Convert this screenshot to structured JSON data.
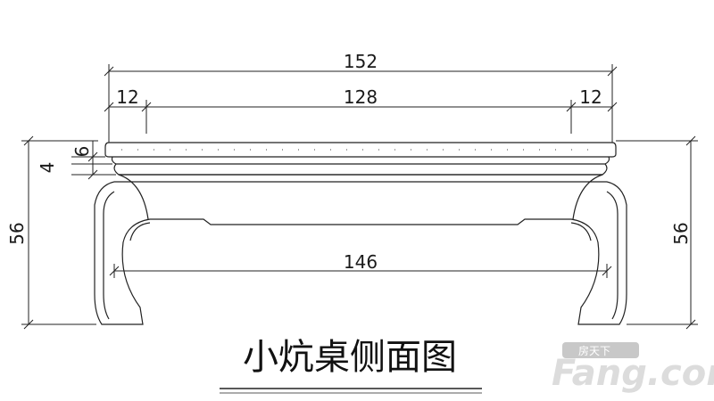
{
  "dimensions": {
    "overall_width": "152",
    "inner_width": "128",
    "left_overhang": "12",
    "right_overhang": "12",
    "leg_span": "146",
    "top_thickness": "6",
    "apron_height": "4",
    "left_height": "56",
    "right_height": "56"
  },
  "title": "小炕桌侧面图",
  "watermark": {
    "brand": "Fang.com",
    "brand_cn": "房天下"
  },
  "colors": {
    "line": "#222222",
    "watermark": "#dcdcdc",
    "watermark_badge": "#c8c8c8"
  }
}
